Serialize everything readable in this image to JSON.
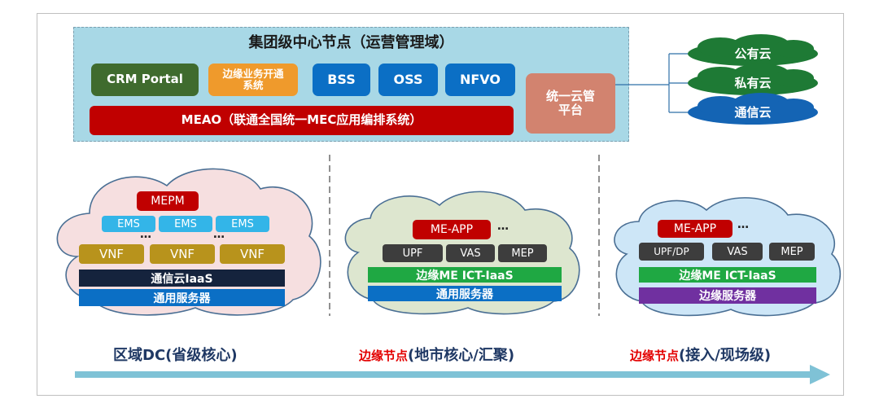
{
  "top": {
    "title": "集团级中心节点（运营管理域）",
    "crm": "CRM Portal",
    "edge_sys": "边缘业务开通系统",
    "bss": "BSS",
    "oss": "OSS",
    "nfvo": "NFVO",
    "meao": "MEAO（联通全国统一MEC应用编排系统）",
    "cloud_mgmt": "统一云管平台"
  },
  "clouds_right": {
    "public": "公有云",
    "private": "私有云",
    "telecom": "通信云"
  },
  "regional": {
    "mepm": "MEPM",
    "ems": [
      "EMS",
      "EMS",
      "EMS"
    ],
    "vnf": [
      "VNF",
      "VNF",
      "VNF"
    ],
    "iaas": "通信云IaaS",
    "server": "通用服务器",
    "dots": "…",
    "label": "区域DC(省级核心)"
  },
  "edge_city": {
    "app": "ME-APP",
    "dots": "…",
    "upf": "UPF",
    "vas": "VAS",
    "mep": "MEP",
    "iaas": "边缘ME ICT-IaaS",
    "server": "通用服务器",
    "label_red": "边缘节点",
    "label_rest": "(地市核心/汇聚)"
  },
  "edge_access": {
    "app": "ME-APP",
    "dots": "…",
    "upf": "UPF/DP",
    "vas": "VAS",
    "mep": "MEP",
    "iaas": "边缘ME ICT-IaaS",
    "server": "边缘服务器",
    "label_red": "边缘节点",
    "label_rest": "(接入/现场级)"
  },
  "colors": {
    "domain_bg": "#a8d8e6",
    "green": "#3f6b2e",
    "orange": "#ef9a2c",
    "blue": "#0b6fc5",
    "red": "#c00000",
    "salmon": "#d2836f",
    "cloud_green": "#1e7a35",
    "cloud_blue": "#1464b4",
    "arrow": "#7fc2d6"
  }
}
